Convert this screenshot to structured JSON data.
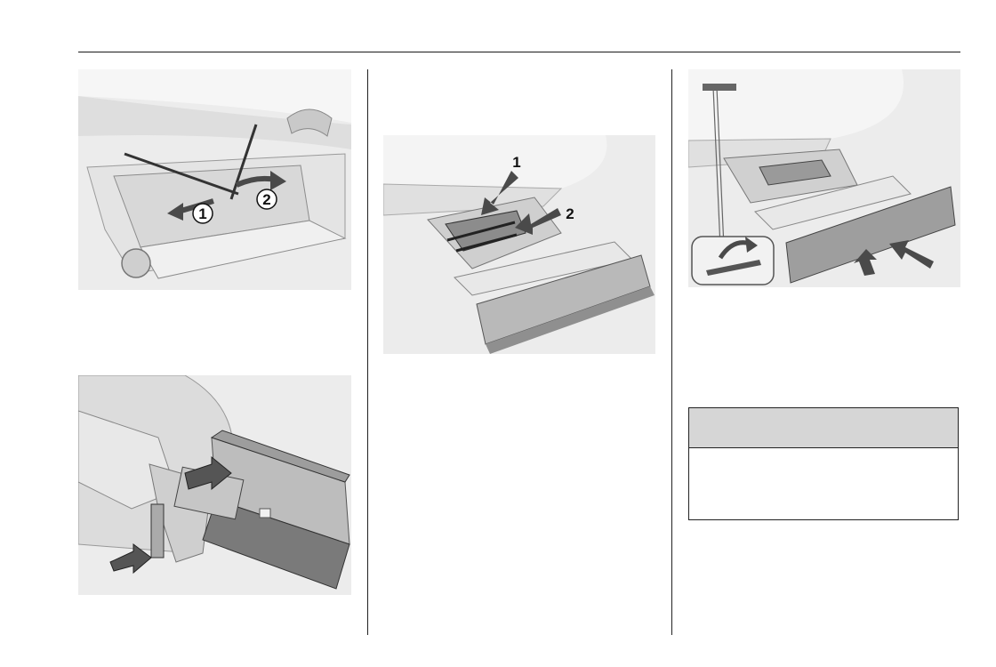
{
  "figures": [
    {
      "id": "fig-1",
      "callouts": [
        "1",
        "2"
      ]
    },
    {
      "id": "fig-2",
      "callouts": []
    },
    {
      "id": "fig-3",
      "callouts": [
        "1",
        "2"
      ]
    },
    {
      "id": "fig-4",
      "callouts": []
    }
  ],
  "warning_box": {
    "header": "",
    "body": ""
  },
  "colors": {
    "rule": "#1a1a1a",
    "box_header": "#d6d6d6",
    "arrow": "#4a4a4a",
    "figure_bg": "#ececec"
  }
}
